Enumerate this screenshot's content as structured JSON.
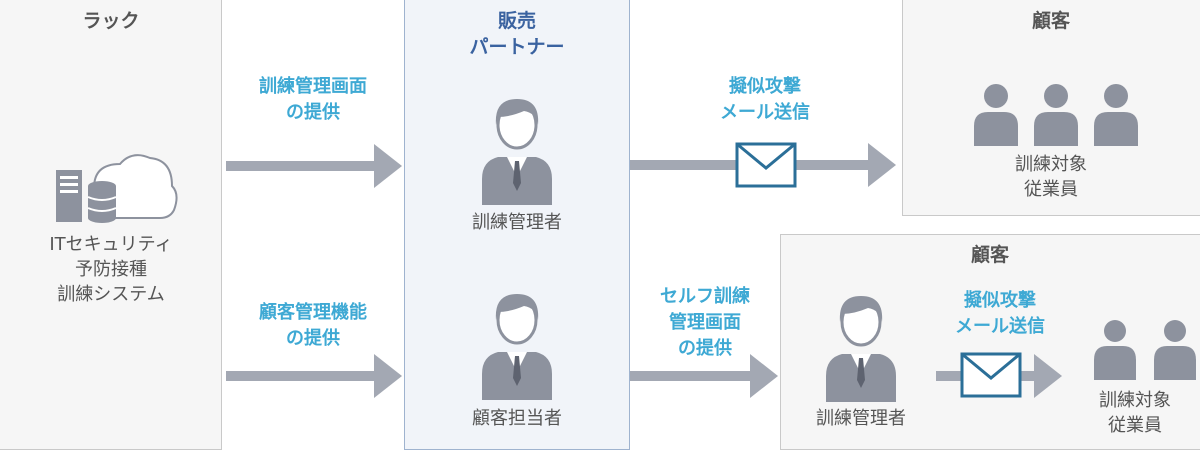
{
  "lac": {
    "title": "ラック",
    "system_lines": [
      "ITセキュリティ",
      "予防接種",
      "訓練システム"
    ],
    "icon": "server-cloud-icon"
  },
  "flow_top": {
    "lines": [
      "訓練管理画面",
      "の提供"
    ]
  },
  "flow_bottom": {
    "lines": [
      "顧客管理機能",
      "の提供"
    ]
  },
  "partner": {
    "title_lines": [
      "販売",
      "パートナー"
    ],
    "person_top_label": "訓練管理者",
    "person_bottom_label": "顧客担当者"
  },
  "flow_right_top": {
    "lines": [
      "擬似攻撃",
      "メール送信"
    ]
  },
  "flow_right_bottom": {
    "lines": [
      "セルフ訓練",
      "管理画面",
      "の提供"
    ]
  },
  "customer1": {
    "title": "顧客",
    "group_label_lines": [
      "訓練対象",
      "従業員"
    ]
  },
  "customer2": {
    "title": "顧客",
    "person_label": "訓練管理者",
    "mail_lines": [
      "擬似攻撃",
      "メール送信"
    ],
    "group_label_lines": [
      "訓練対象",
      "従業員"
    ]
  },
  "colors": {
    "arrow": "#a3a8b3",
    "icon": "#8d929e",
    "accent": "#3ea9d4",
    "mail": "#2b6f98",
    "partner_title": "#3a62a0"
  }
}
